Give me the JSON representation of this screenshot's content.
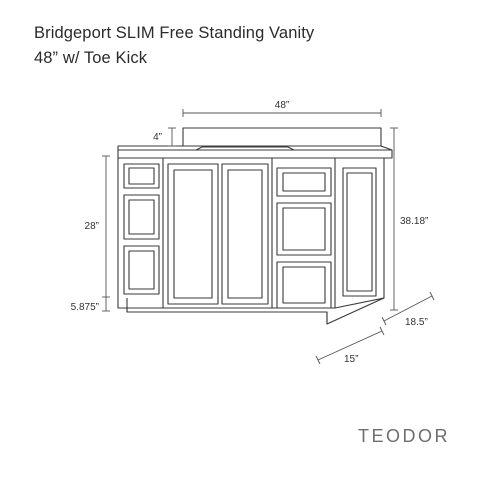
{
  "title_line1": "Bridgeport SLIM Free Standing Vanity",
  "title_line2": "48” w/ Toe Kick",
  "dimensions": {
    "width": "48”",
    "backsplash": "4”",
    "drawer_height": "28”",
    "total_height": "38.18”",
    "toe_kick": "5.875”",
    "depth_top": "18.5”",
    "depth_base": "15”"
  },
  "brand": "TEODOR",
  "colors": {
    "line": "#3a3a3a",
    "dim_line": "#555555",
    "text": "#2b2b2b",
    "brand": "#6e6e6e"
  }
}
